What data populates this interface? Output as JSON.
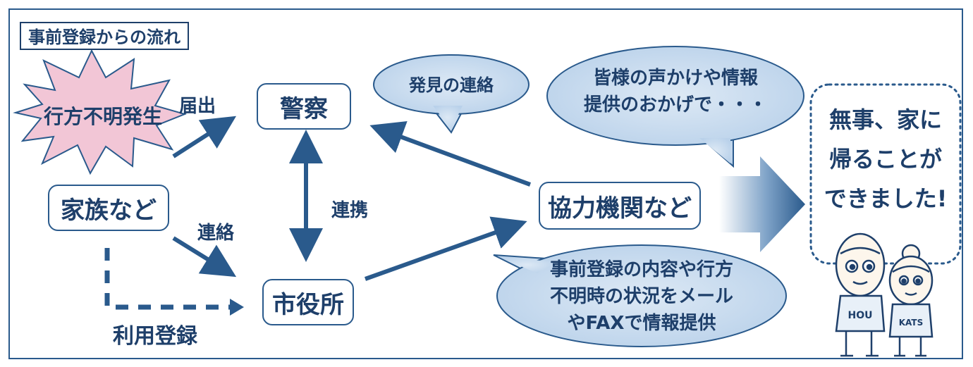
{
  "title": "事前登録からの流れ",
  "nodes": {
    "incident": "行方不明発生",
    "family": "家族など",
    "police": "警察",
    "city_hall": "市役所",
    "partners": "協力機関など"
  },
  "edge_labels": {
    "report": "届出",
    "contact": "連絡",
    "cooperation": "連携",
    "registration": "利用登録"
  },
  "bubbles": {
    "discovery": "発見の連絡",
    "thanks": [
      "皆様の声かけや情報",
      "提供のおかげで・・・"
    ],
    "info": [
      "事前登録の内容や行方",
      "不明時の状況をメール",
      "やFAXで情報提供"
    ]
  },
  "result": [
    "無事、家に",
    "帰ることが",
    "できました!"
  ],
  "figure_shirts": [
    "HOU",
    "KATS"
  ],
  "colors": {
    "primary": "#2a5a8c",
    "text": "#1e3f6a",
    "bubble_fill": "#c9dcef",
    "burst_fill": "#f2c6d6"
  }
}
